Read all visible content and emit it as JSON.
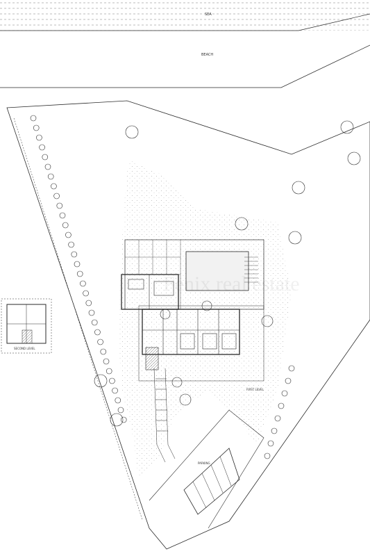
{
  "labels": {
    "sea": "SEA",
    "beach": "BEACH",
    "first_level": "FIRST LEVEL",
    "second_level": "SECOND LEVEL",
    "parking": "PARKING"
  },
  "watermark": "Fenix real estate",
  "colors": {
    "line": "#2a2a2a",
    "stipple": "#c9c9c9",
    "pool": "#f2f2f2",
    "background": "#ffffff"
  }
}
